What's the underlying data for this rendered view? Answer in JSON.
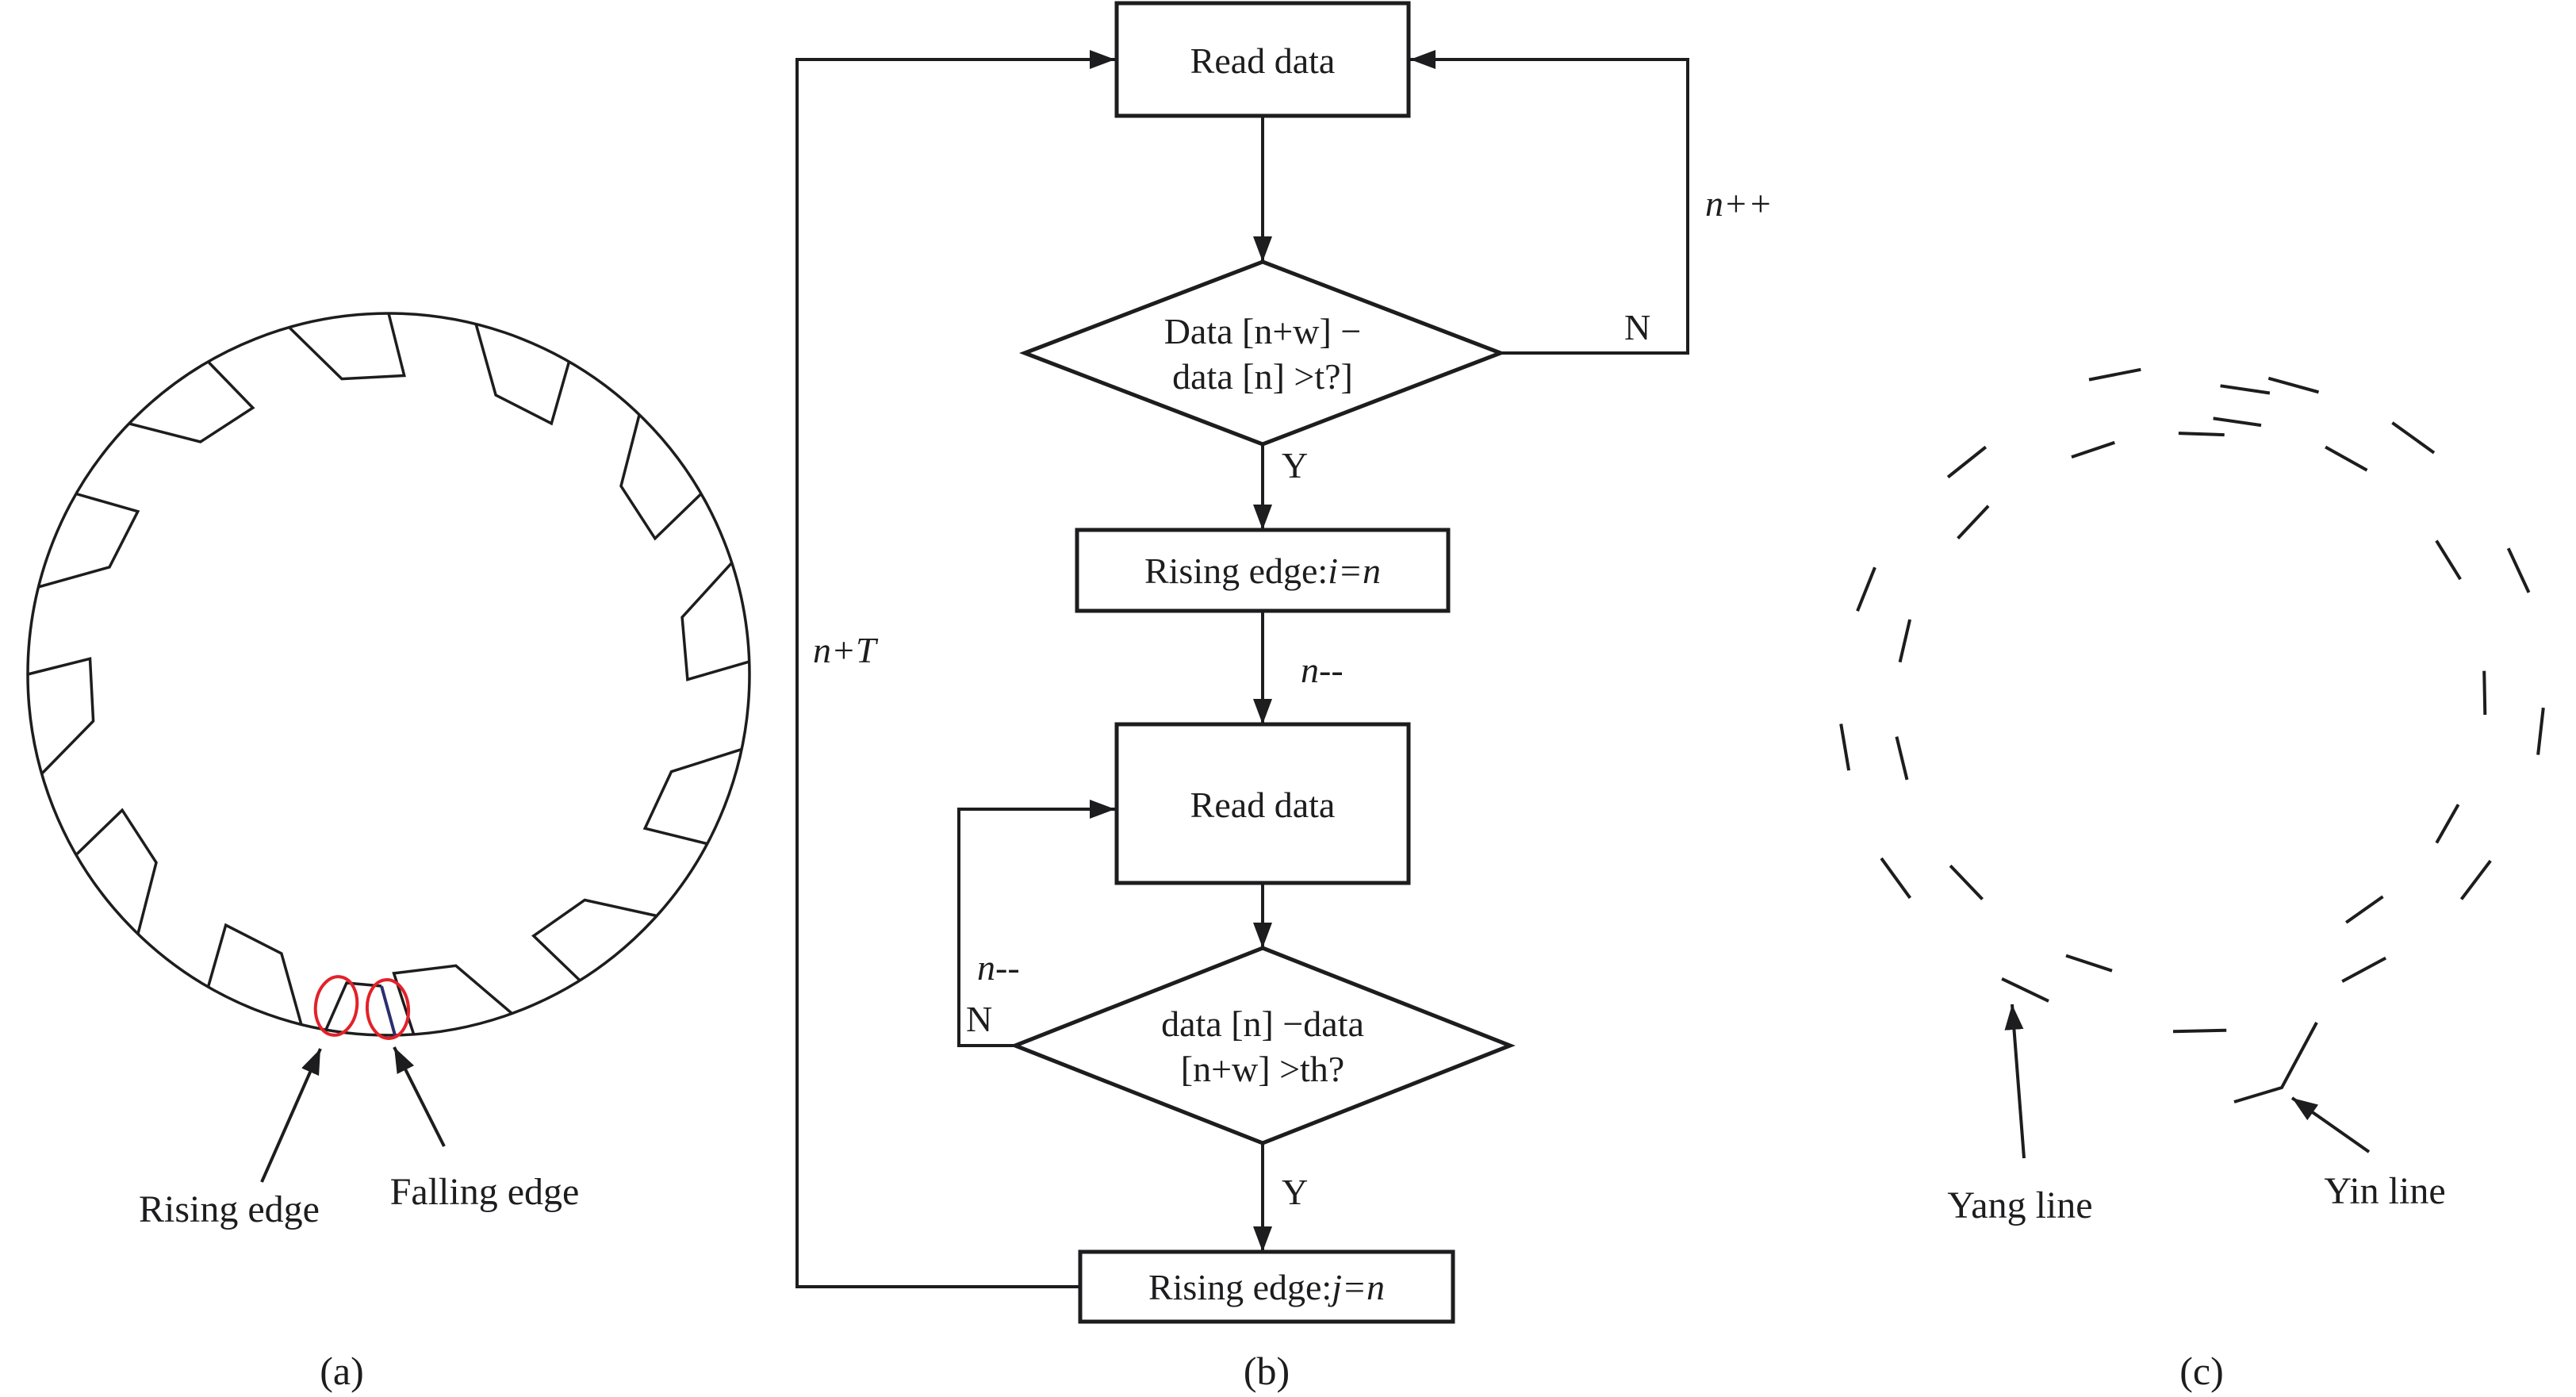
{
  "figure": {
    "part_a": {
      "caption": "(a)",
      "rising_label": "Rising edge",
      "falling_label": "Falling edge"
    },
    "part_b": {
      "caption": "(b)",
      "box_read1": "Read data",
      "decision1_line1": "Data [n+w] −",
      "decision1_line2": "data [n] >t?]",
      "yes1": "Y",
      "no1": "N",
      "loop_right_label": "n++",
      "box_rising_i_prefix": "Rising edge:",
      "box_rising_i_var": "i=n",
      "dec_label1": "n--",
      "box_read2": "Read data",
      "dec_label2": "n--",
      "no2": "N",
      "decision2_line1": "data [n] −data",
      "decision2_line2": "[n+w] >th?",
      "yes2": "Y",
      "box_rising_j_prefix": "Rising edge:",
      "box_rising_j_var": "j=n",
      "loop_left_label": "n+T"
    },
    "part_c": {
      "caption": "(c)",
      "yang_label": "Yang line",
      "yin_label": "Yin line"
    },
    "colors": {
      "ink": "#1d1d1f",
      "red": "#e32128",
      "navy": "#2b2f6e"
    }
  }
}
